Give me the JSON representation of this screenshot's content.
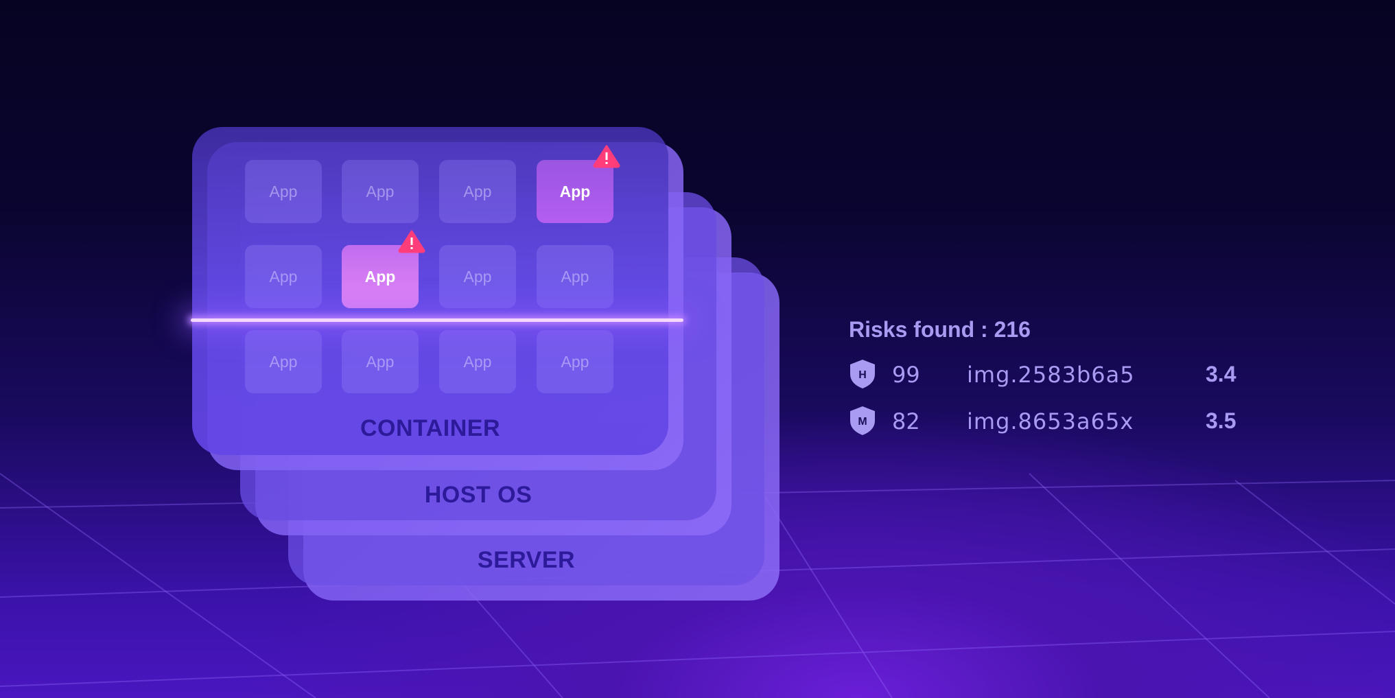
{
  "layers": {
    "container": "CONTAINER",
    "host_os": "HOST OS",
    "server": "SERVER"
  },
  "apps": [
    {
      "label": "App",
      "alert": false
    },
    {
      "label": "App",
      "alert": false
    },
    {
      "label": "App",
      "alert": false
    },
    {
      "label": "App",
      "alert": true
    },
    {
      "label": "App",
      "alert": false
    },
    {
      "label": "App",
      "alert": true
    },
    {
      "label": "App",
      "alert": false
    },
    {
      "label": "App",
      "alert": false
    },
    {
      "label": "App",
      "alert": false
    },
    {
      "label": "App",
      "alert": false
    },
    {
      "label": "App",
      "alert": false
    },
    {
      "label": "App",
      "alert": false
    }
  ],
  "risks": {
    "title": "Risks found : 216",
    "rows": [
      {
        "severity": "H",
        "count": "99",
        "image": "img.2583b6a5",
        "score": "3.4"
      },
      {
        "severity": "M",
        "count": "82",
        "image": "img.8653a65x",
        "score": "3.5"
      }
    ]
  },
  "colors": {
    "alert": "#ff3d7a",
    "text": "#a99af2"
  }
}
